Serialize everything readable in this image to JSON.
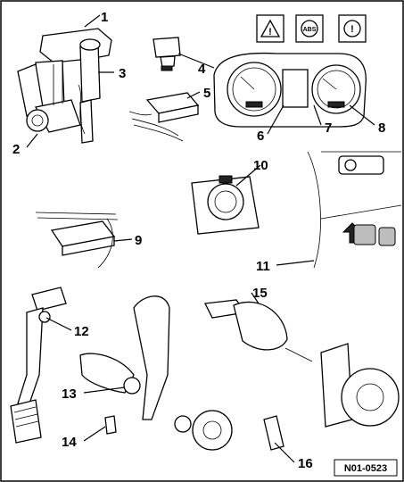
{
  "diagram": {
    "reference_code": "N01-0523",
    "callouts": [
      "1",
      "2",
      "3",
      "4",
      "5",
      "6",
      "7",
      "8",
      "9",
      "10",
      "11",
      "12",
      "13",
      "14",
      "15",
      "16"
    ],
    "warning_icons": [
      {
        "name": "warning-triangle",
        "text": "!"
      },
      {
        "name": "abs",
        "text": "ABS"
      },
      {
        "name": "brake",
        "text": "!"
      }
    ]
  },
  "colors": {
    "line": "#000000",
    "background": "#ffffff",
    "shade": "#bdbdbd"
  }
}
